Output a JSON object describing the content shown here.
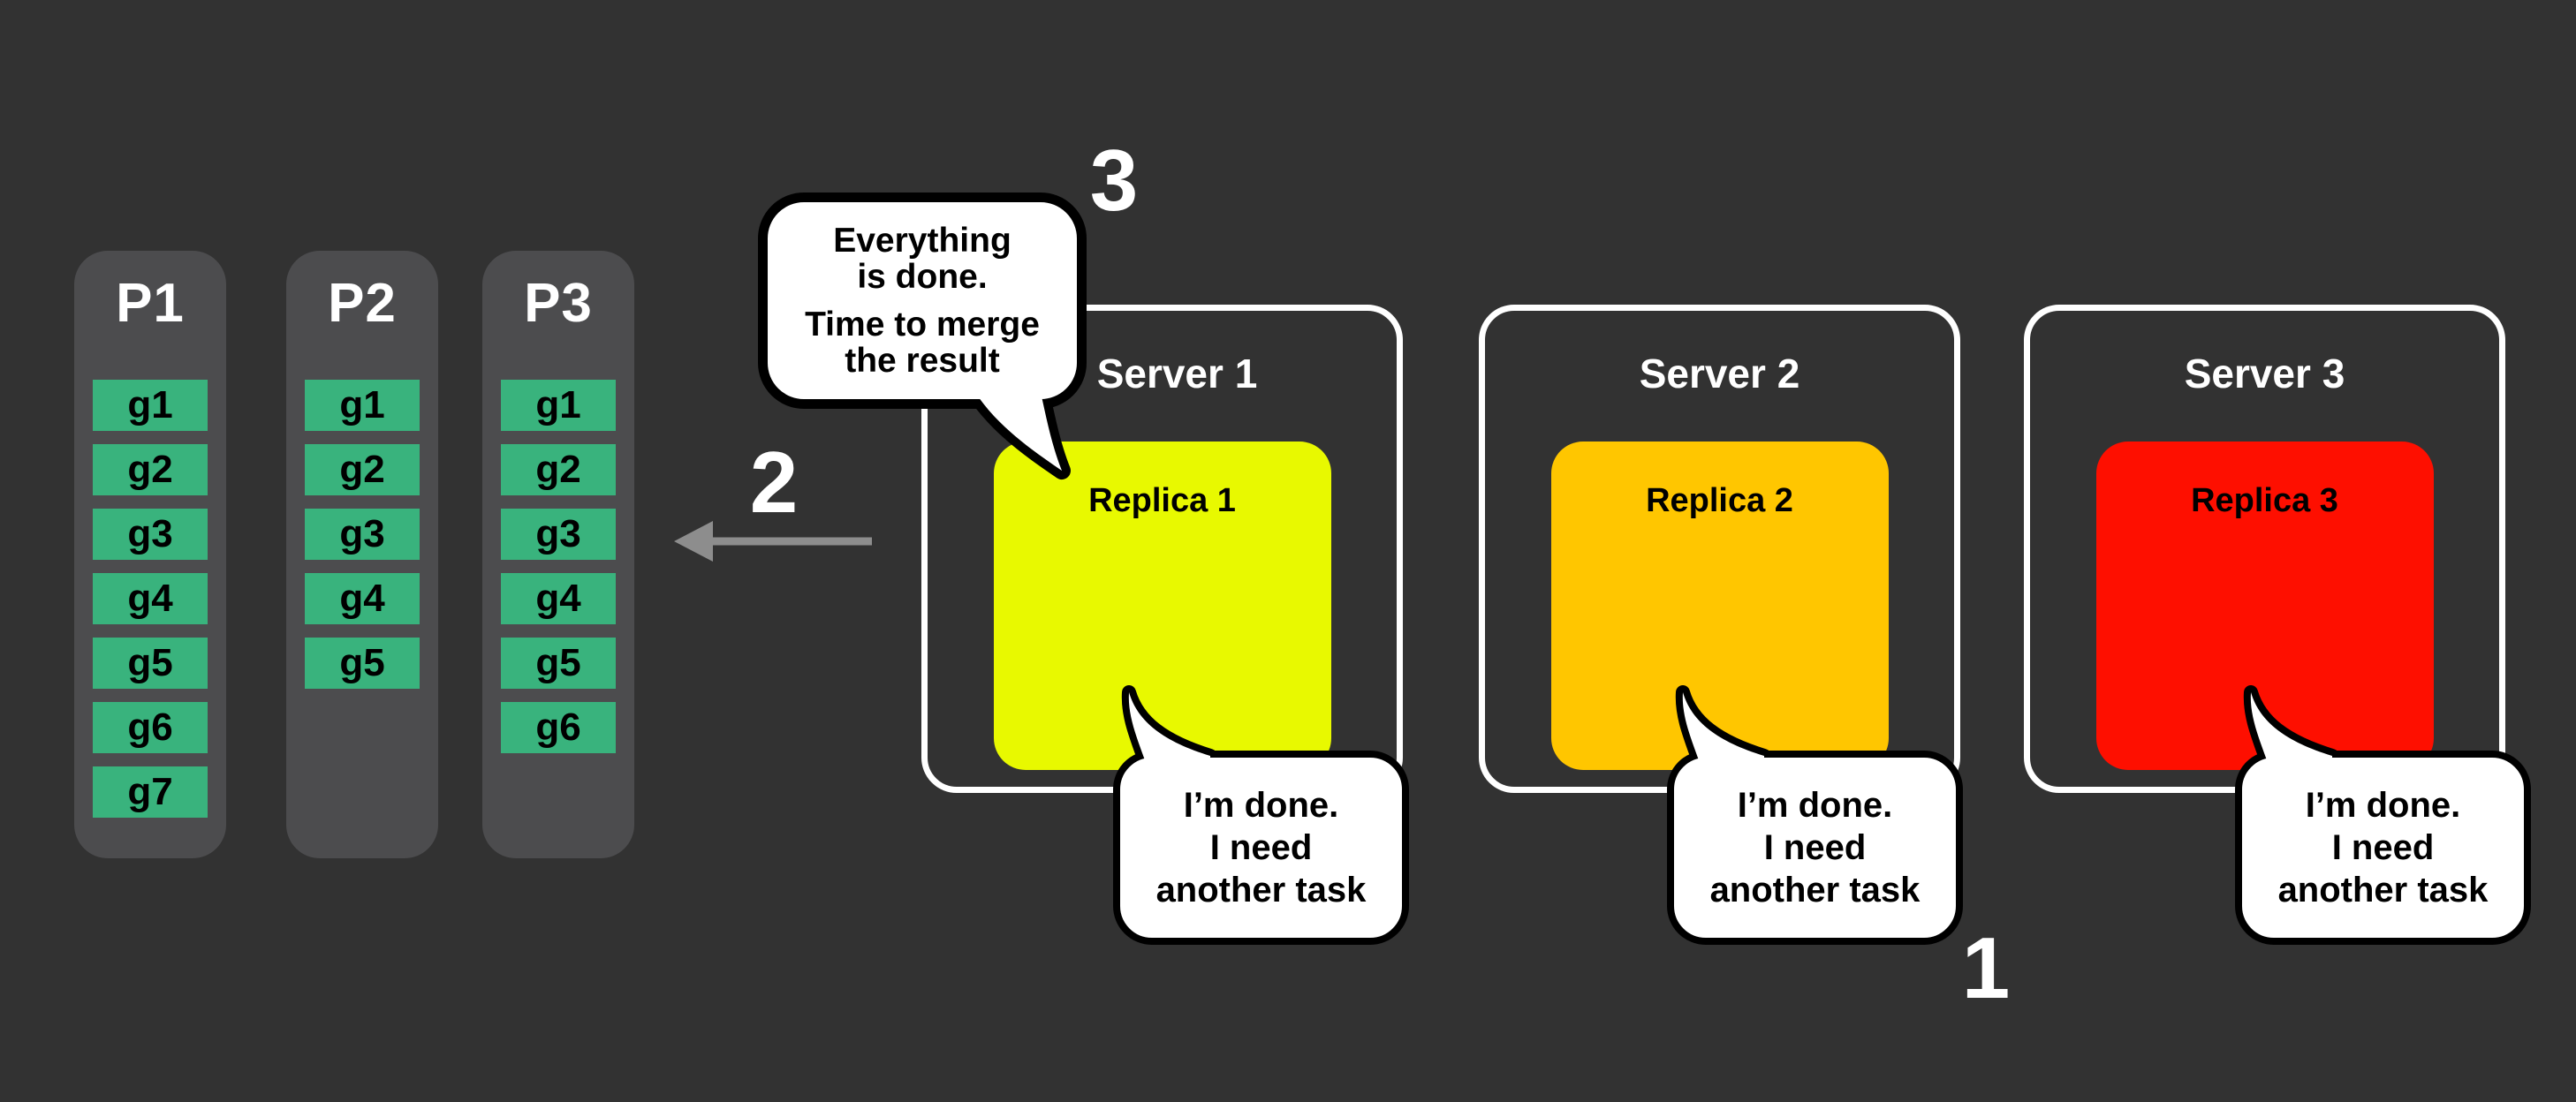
{
  "steps": {
    "one": "1",
    "two": "2",
    "three": "3"
  },
  "partitions": [
    {
      "label": "P1",
      "tasks": [
        "g1",
        "g2",
        "g3",
        "g4",
        "g5",
        "g6",
        "g7"
      ]
    },
    {
      "label": "P2",
      "tasks": [
        "g1",
        "g2",
        "g3",
        "g4",
        "g5"
      ]
    },
    {
      "label": "P3",
      "tasks": [
        "g1",
        "g2",
        "g3",
        "g4",
        "g5",
        "g6"
      ]
    }
  ],
  "servers": [
    {
      "label": "Server 1",
      "replica": {
        "label": "Replica 1",
        "color": "#e8f900"
      },
      "bubble_lines": [
        "I’m done.",
        "I need",
        "another task"
      ]
    },
    {
      "label": "Server 2",
      "replica": {
        "label": "Replica 2",
        "color": "#ffc600"
      },
      "bubble_lines": [
        "I’m done.",
        "I need",
        "another task"
      ]
    },
    {
      "label": "Server 3",
      "replica": {
        "label": "Replica 3",
        "color": "#fe0f00"
      },
      "bubble_lines": [
        "I’m done.",
        "I need",
        "another task"
      ]
    }
  ],
  "merge_bubble": {
    "lines": [
      "Everything",
      "is done.",
      "Time to merge",
      "the result"
    ]
  },
  "colors": {
    "background": "#323232",
    "partition_fill": "#4c4c4e",
    "task_fill": "#39b37d",
    "server_border": "#ffffff",
    "bubble_fill": "#ffffff",
    "bubble_outline": "#000000",
    "arrow": "#8d8d8d",
    "number_text": "#ffffff"
  }
}
